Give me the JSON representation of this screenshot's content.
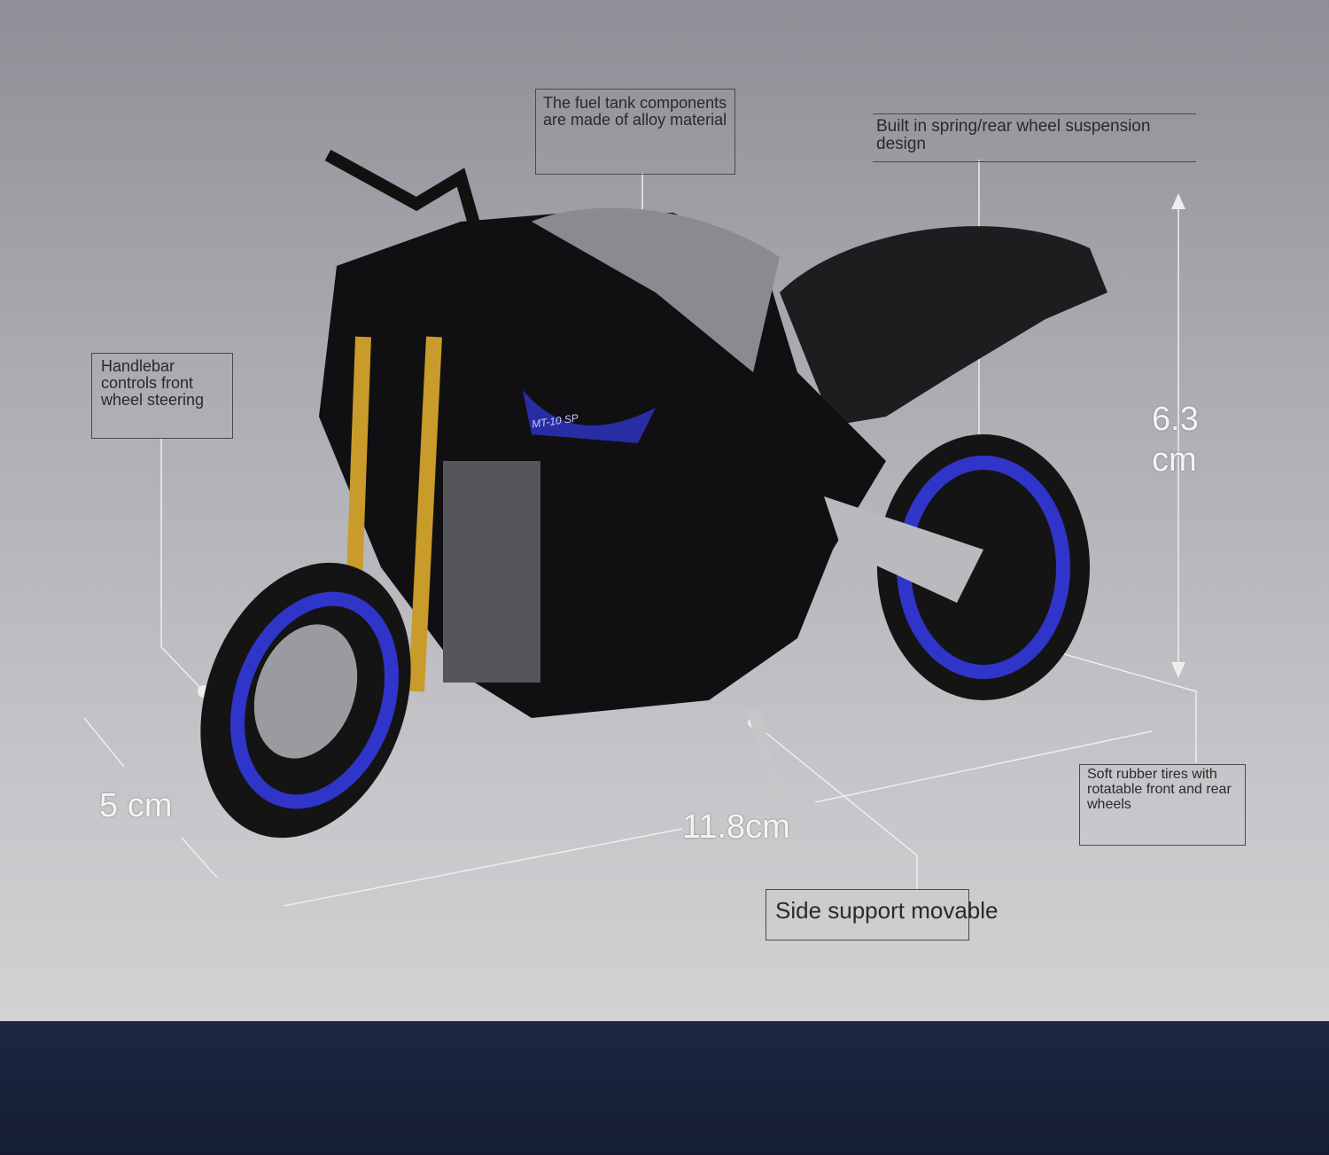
{
  "callouts": {
    "fuel_tank": "The fuel tank components are made of alloy material",
    "suspension": "Built in spring/rear wheel suspension design",
    "handlebar": "Handlebar controls front wheel steering",
    "tires": "Soft rubber tires with rotatable front and rear wheels",
    "side_support": "Side support movable"
  },
  "dimensions": {
    "height_value": "6.3",
    "height_unit": "cm",
    "width": "5 cm",
    "length": "11.8cm"
  },
  "model_decal": "MT-10 SP",
  "colors": {
    "accent_blue": "#2f35c8",
    "band": "#182139",
    "fork_gold": "#c89b2a"
  }
}
